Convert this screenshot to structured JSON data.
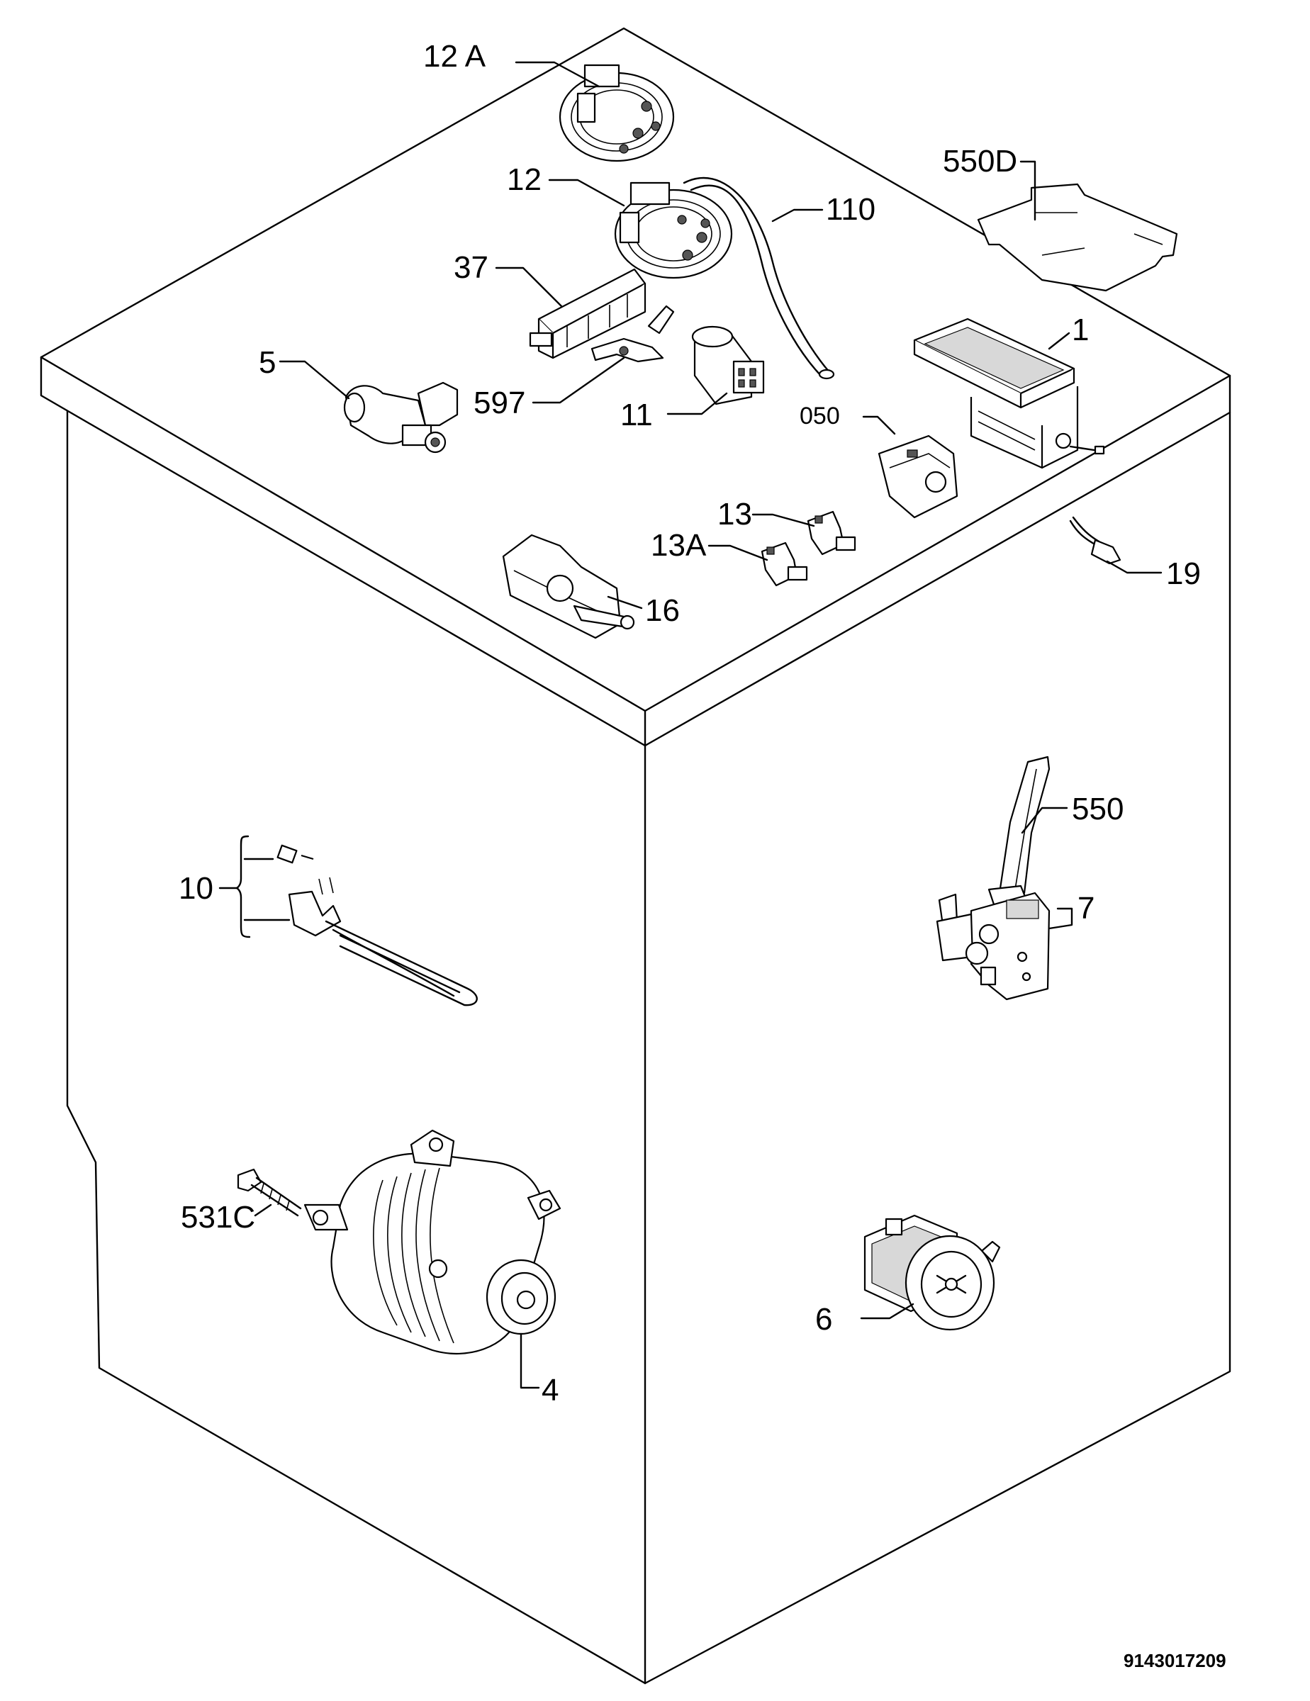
{
  "labels": {
    "p12a": "12 A",
    "p12": "12",
    "p110": "110",
    "p550d": "550D",
    "p37": "37",
    "p5": "5",
    "p597": "597",
    "p11": "11",
    "p1": "1",
    "p050": "050",
    "p13": "13",
    "p13a": "13A",
    "p16": "16",
    "p19": "19",
    "p550": "550",
    "p10": "10",
    "p7": "7",
    "p531c": "531C",
    "p6": "6",
    "p4": "4"
  },
  "document_number": "9143017209"
}
